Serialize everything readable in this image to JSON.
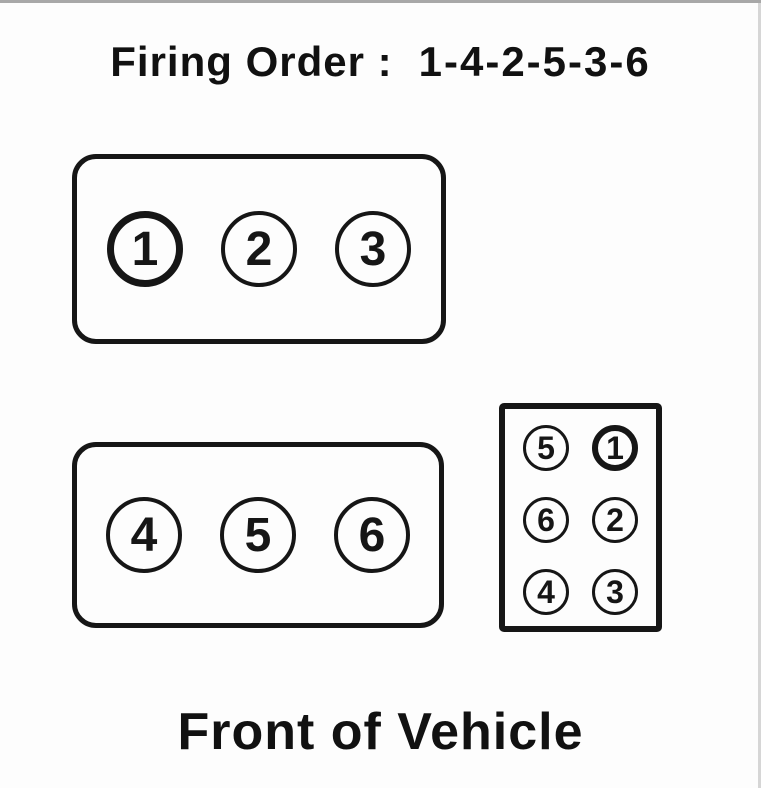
{
  "title": {
    "label": "Firing Order :",
    "sequence": "1-4-2-5-3-6"
  },
  "banks": [
    {
      "cylinders": [
        {
          "number": "1",
          "emphasized": true
        },
        {
          "number": "2",
          "emphasized": false
        },
        {
          "number": "3",
          "emphasized": false
        }
      ]
    },
    {
      "cylinders": [
        {
          "number": "4",
          "emphasized": false
        },
        {
          "number": "5",
          "emphasized": false
        },
        {
          "number": "6",
          "emphasized": false
        }
      ]
    }
  ],
  "coil_pack": {
    "rows": [
      {
        "left": "5",
        "right": "1",
        "right_emphasized": true
      },
      {
        "left": "6",
        "right": "2",
        "right_emphasized": false
      },
      {
        "left": "4",
        "right": "3",
        "right_emphasized": false
      }
    ]
  },
  "footer": {
    "label": "Front of Vehicle"
  },
  "colors": {
    "ink": "#161616",
    "background": "#fdfdfd",
    "scan_edge_top": "#a8a8a8",
    "scan_edge_right": "#d6d6d6"
  }
}
